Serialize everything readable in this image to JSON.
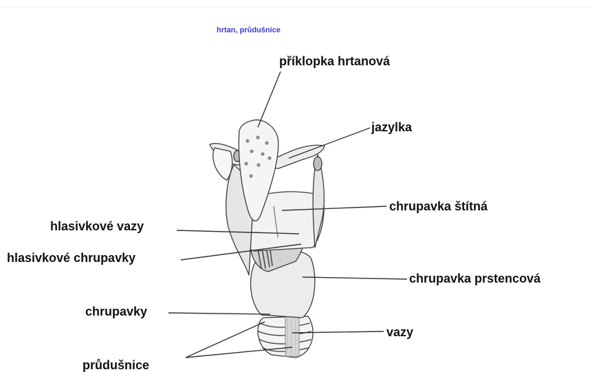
{
  "subtitle": "hrtan, průdušnice",
  "labels": {
    "epiglottis": "příklopka hrtanová",
    "hyoid": "jazylka",
    "thyroid": "chrupavka štítná",
    "vocal_ligaments": "hlasivkové vazy",
    "arytenoid": "hlasivkové chrupavky",
    "cricoid": "chrupavka prstencová",
    "tracheal_cartilages": "chrupavky",
    "ligaments": "vazy",
    "trachea": "průdušnice"
  }
}
